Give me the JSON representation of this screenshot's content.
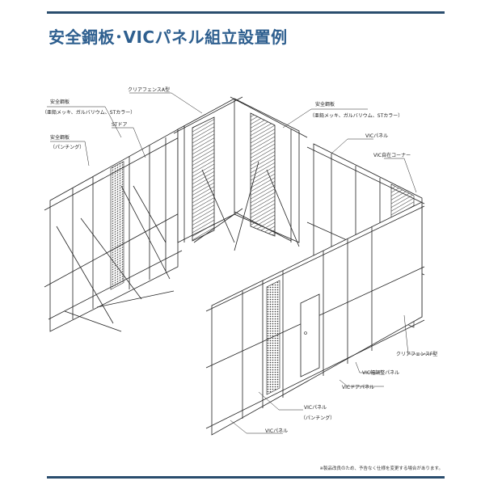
{
  "title": "安全鋼板･VICパネル組立設置例",
  "footnote": "※製品改良のため、予告なく仕様を変更する場合があります。",
  "labels": {
    "clear_fence_a": "クリアフェンスA型",
    "steel_plate_left": "安全鋼板",
    "steel_plate_left_sub": "（亜鉛メッキ、ガルバリウム、STカラー）",
    "st_door": "STドア",
    "steel_plate_punch": "安全鋼板",
    "steel_plate_punch_sub": "（パンチング）",
    "steel_plate_right": "安全鋼板",
    "steel_plate_right_sub": "（亜鉛メッキ、ガルバリウム、STカラー）",
    "vic_panel_top": "VICパネル",
    "vic_corner": "VIC自在コーナー",
    "clear_fence_f": "クリアフェンスF型",
    "vic_width_adjust": "VIC幅調整パネル",
    "vic_door_panel": "VICドアパネル",
    "vic_panel_punch": "VICパネル",
    "vic_panel_punch_sub": "（パンチング）",
    "vic_panel_bottom": "VICパネル"
  }
}
